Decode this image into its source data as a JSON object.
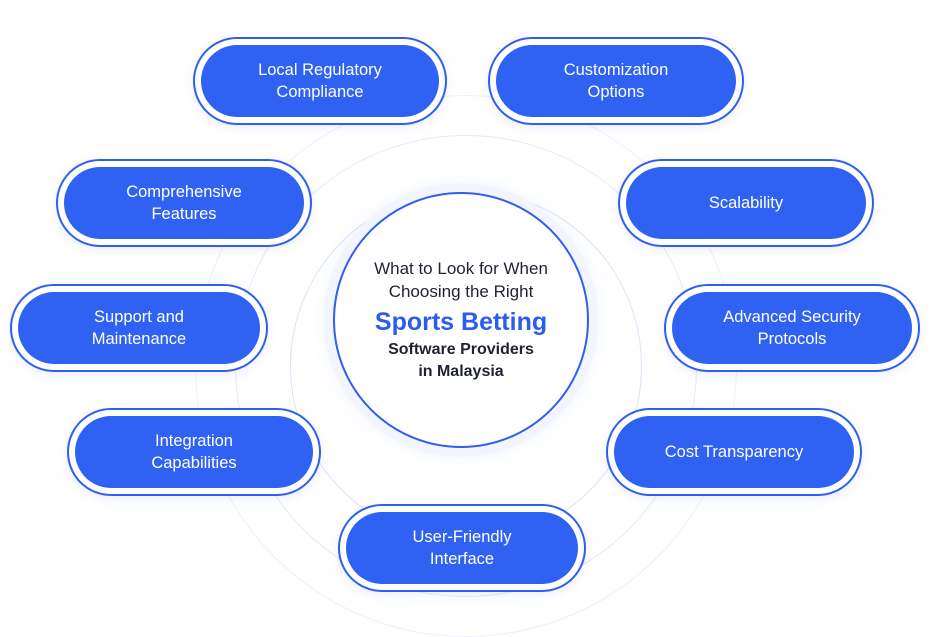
{
  "center": {
    "line1": "What to Look for When",
    "line2": "Choosing the Right",
    "headline": "Sports Betting",
    "line3": "Software Providers",
    "line4": "in Malaysia"
  },
  "nodes": [
    {
      "label": "Local Regulatory\nCompliance"
    },
    {
      "label": "Customization\nOptions"
    },
    {
      "label": "Comprehensive\nFeatures"
    },
    {
      "label": "Scalability"
    },
    {
      "label": "Support and\nMaintenance"
    },
    {
      "label": "Advanced Security\nProtocols"
    },
    {
      "label": "Integration\nCapabilities"
    },
    {
      "label": "Cost Transparency"
    },
    {
      "label": "User-Friendly\nInterface"
    }
  ],
  "colors": {
    "accent": "#2f62f2",
    "border": "#2f5fef",
    "text_dark": "#1f2330",
    "pill_text": "#ffffff"
  }
}
